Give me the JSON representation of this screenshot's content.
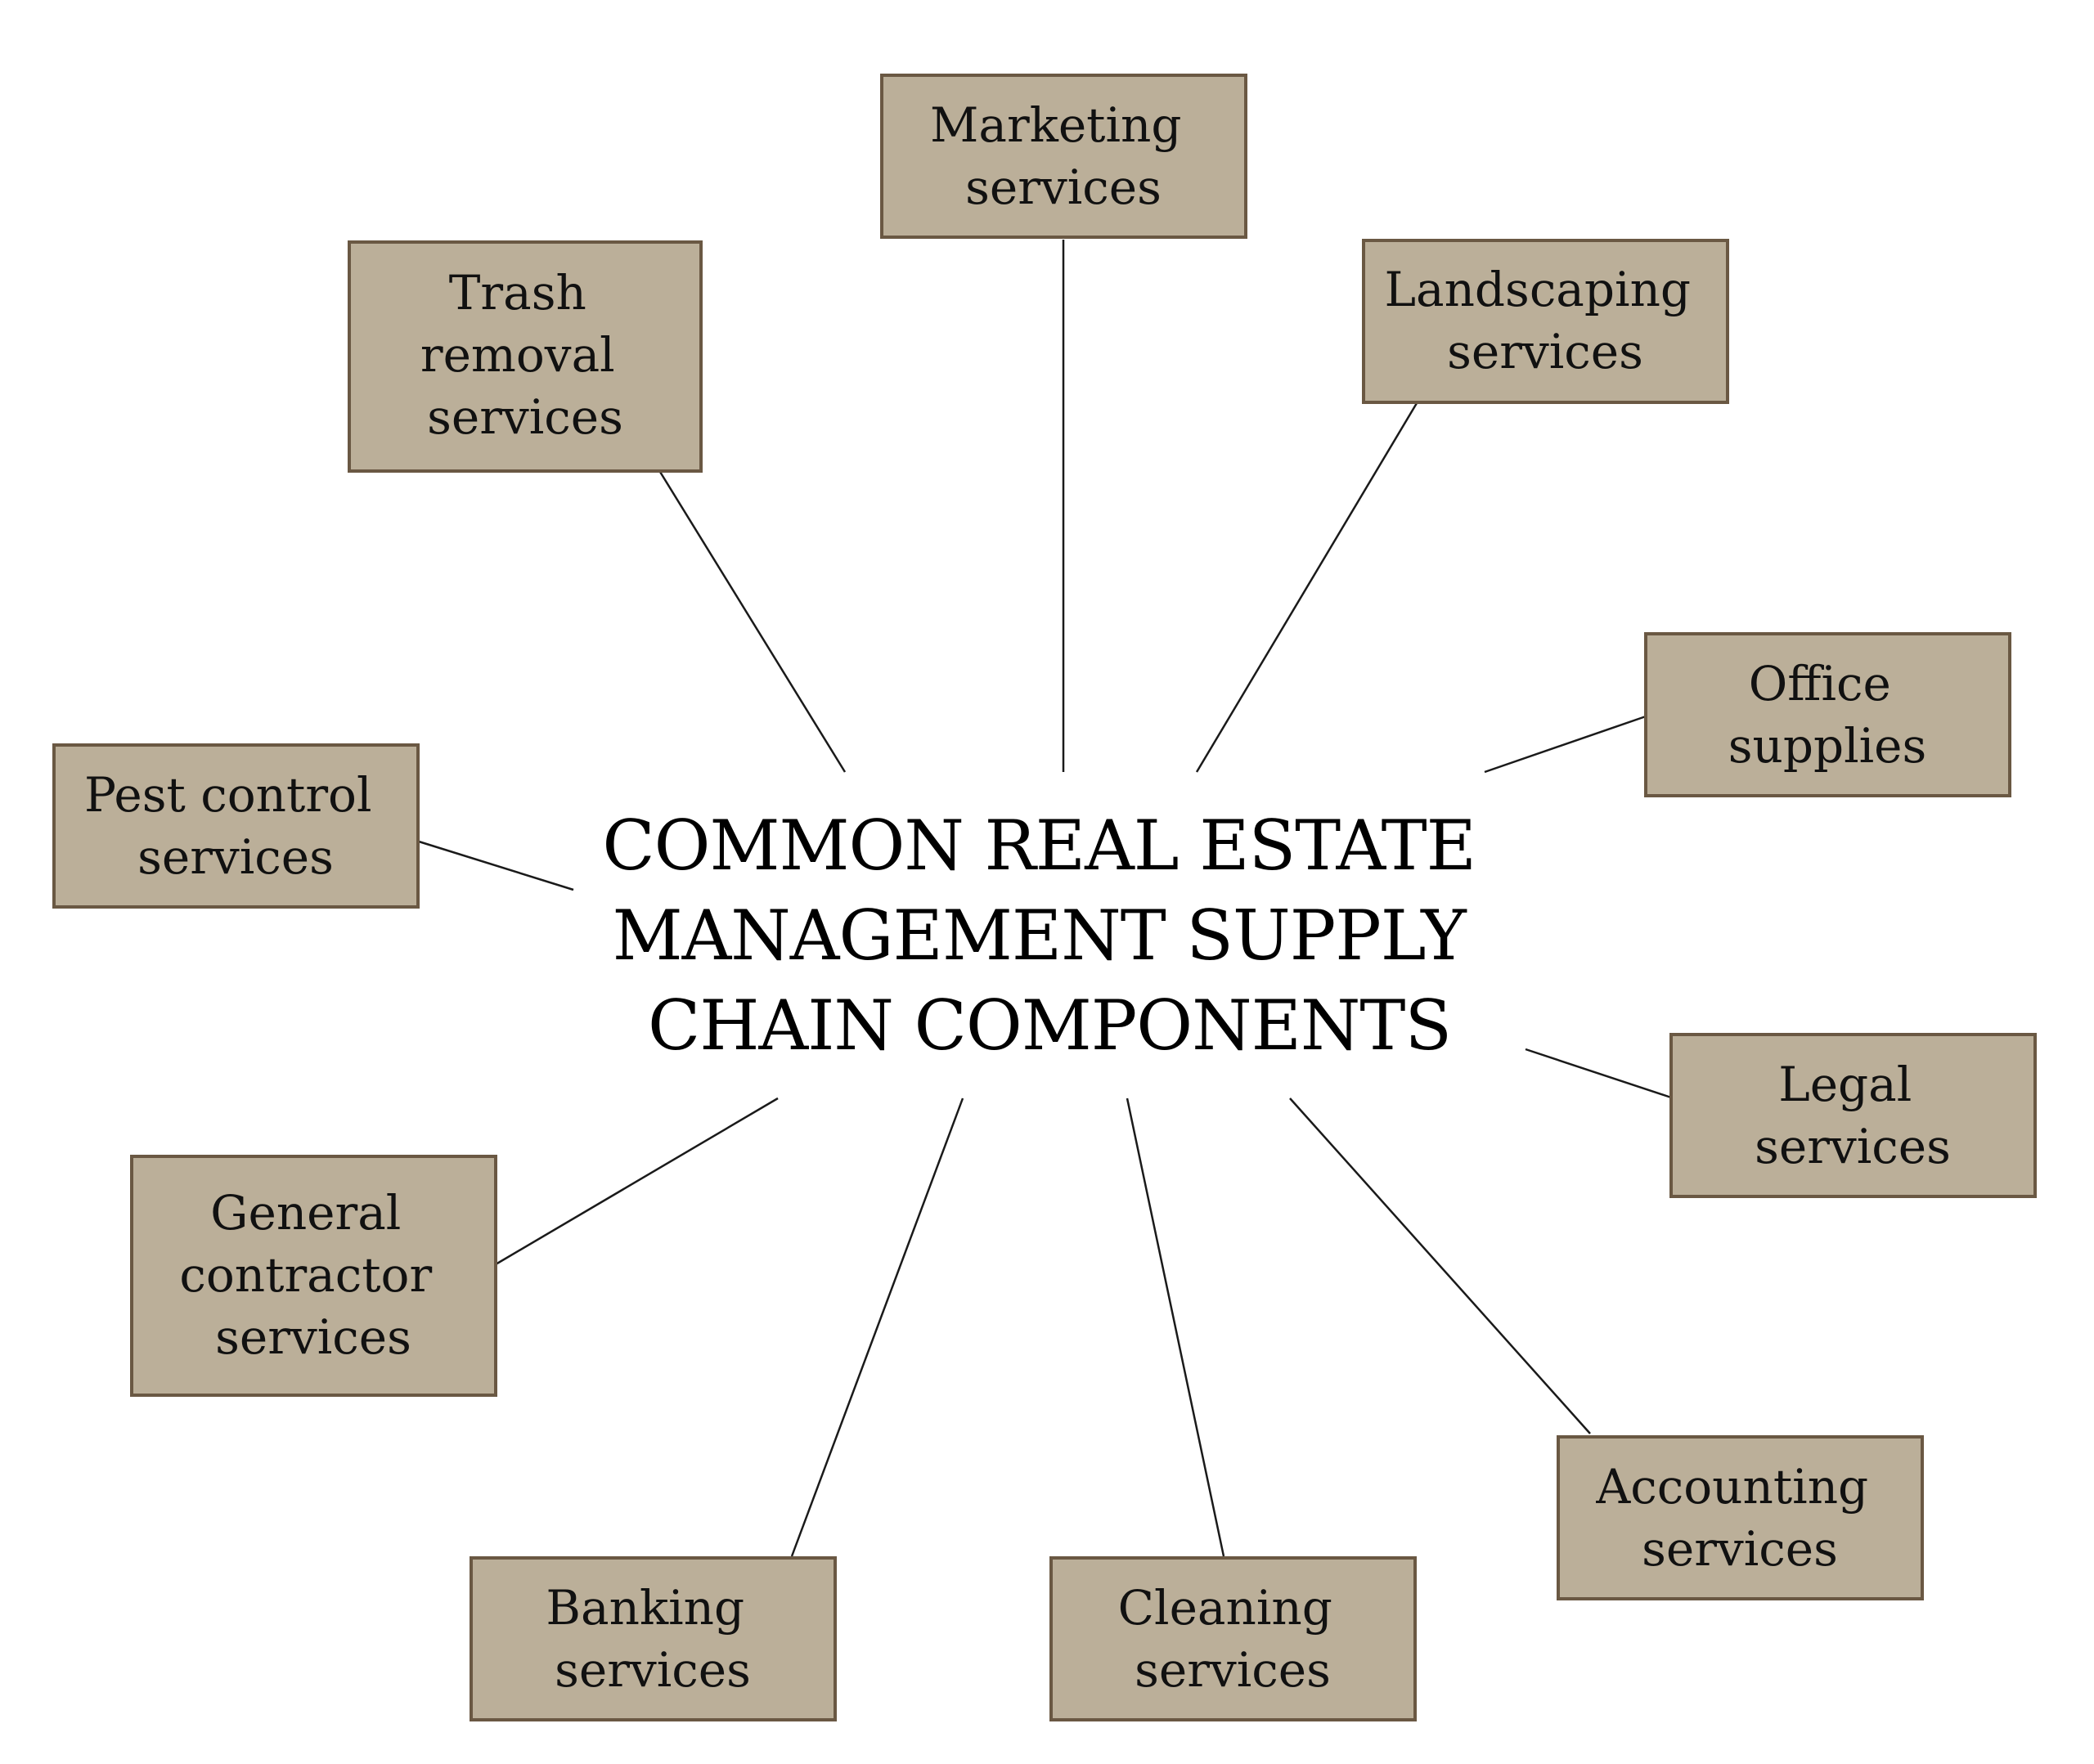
{
  "center": {
    "lines": [
      "COMMON REAL ESTATE",
      "MANAGEMENT SUPPLY",
      "CHAIN COMPONENTS"
    ]
  },
  "nodes": [
    {
      "id": "marketing",
      "lines": [
        "Marketing",
        "services"
      ]
    },
    {
      "id": "landscaping",
      "lines": [
        "Landscaping",
        "services"
      ]
    },
    {
      "id": "office-supplies",
      "lines": [
        "Office",
        "supplies"
      ]
    },
    {
      "id": "legal",
      "lines": [
        "Legal",
        "services"
      ]
    },
    {
      "id": "accounting",
      "lines": [
        "Accounting",
        "services"
      ]
    },
    {
      "id": "cleaning",
      "lines": [
        "Cleaning",
        "services"
      ]
    },
    {
      "id": "banking",
      "lines": [
        "Banking",
        "services"
      ]
    },
    {
      "id": "general-contractor",
      "lines": [
        "General",
        "contractor",
        "services"
      ]
    },
    {
      "id": "pest-control",
      "lines": [
        "Pest control",
        "services"
      ]
    },
    {
      "id": "trash-removal",
      "lines": [
        "Trash",
        "removal",
        "services"
      ]
    }
  ],
  "colors": {
    "box_fill": "#bbaf99",
    "box_border": "#6a5843",
    "line": "#1a1a1a",
    "text": "#111111"
  }
}
